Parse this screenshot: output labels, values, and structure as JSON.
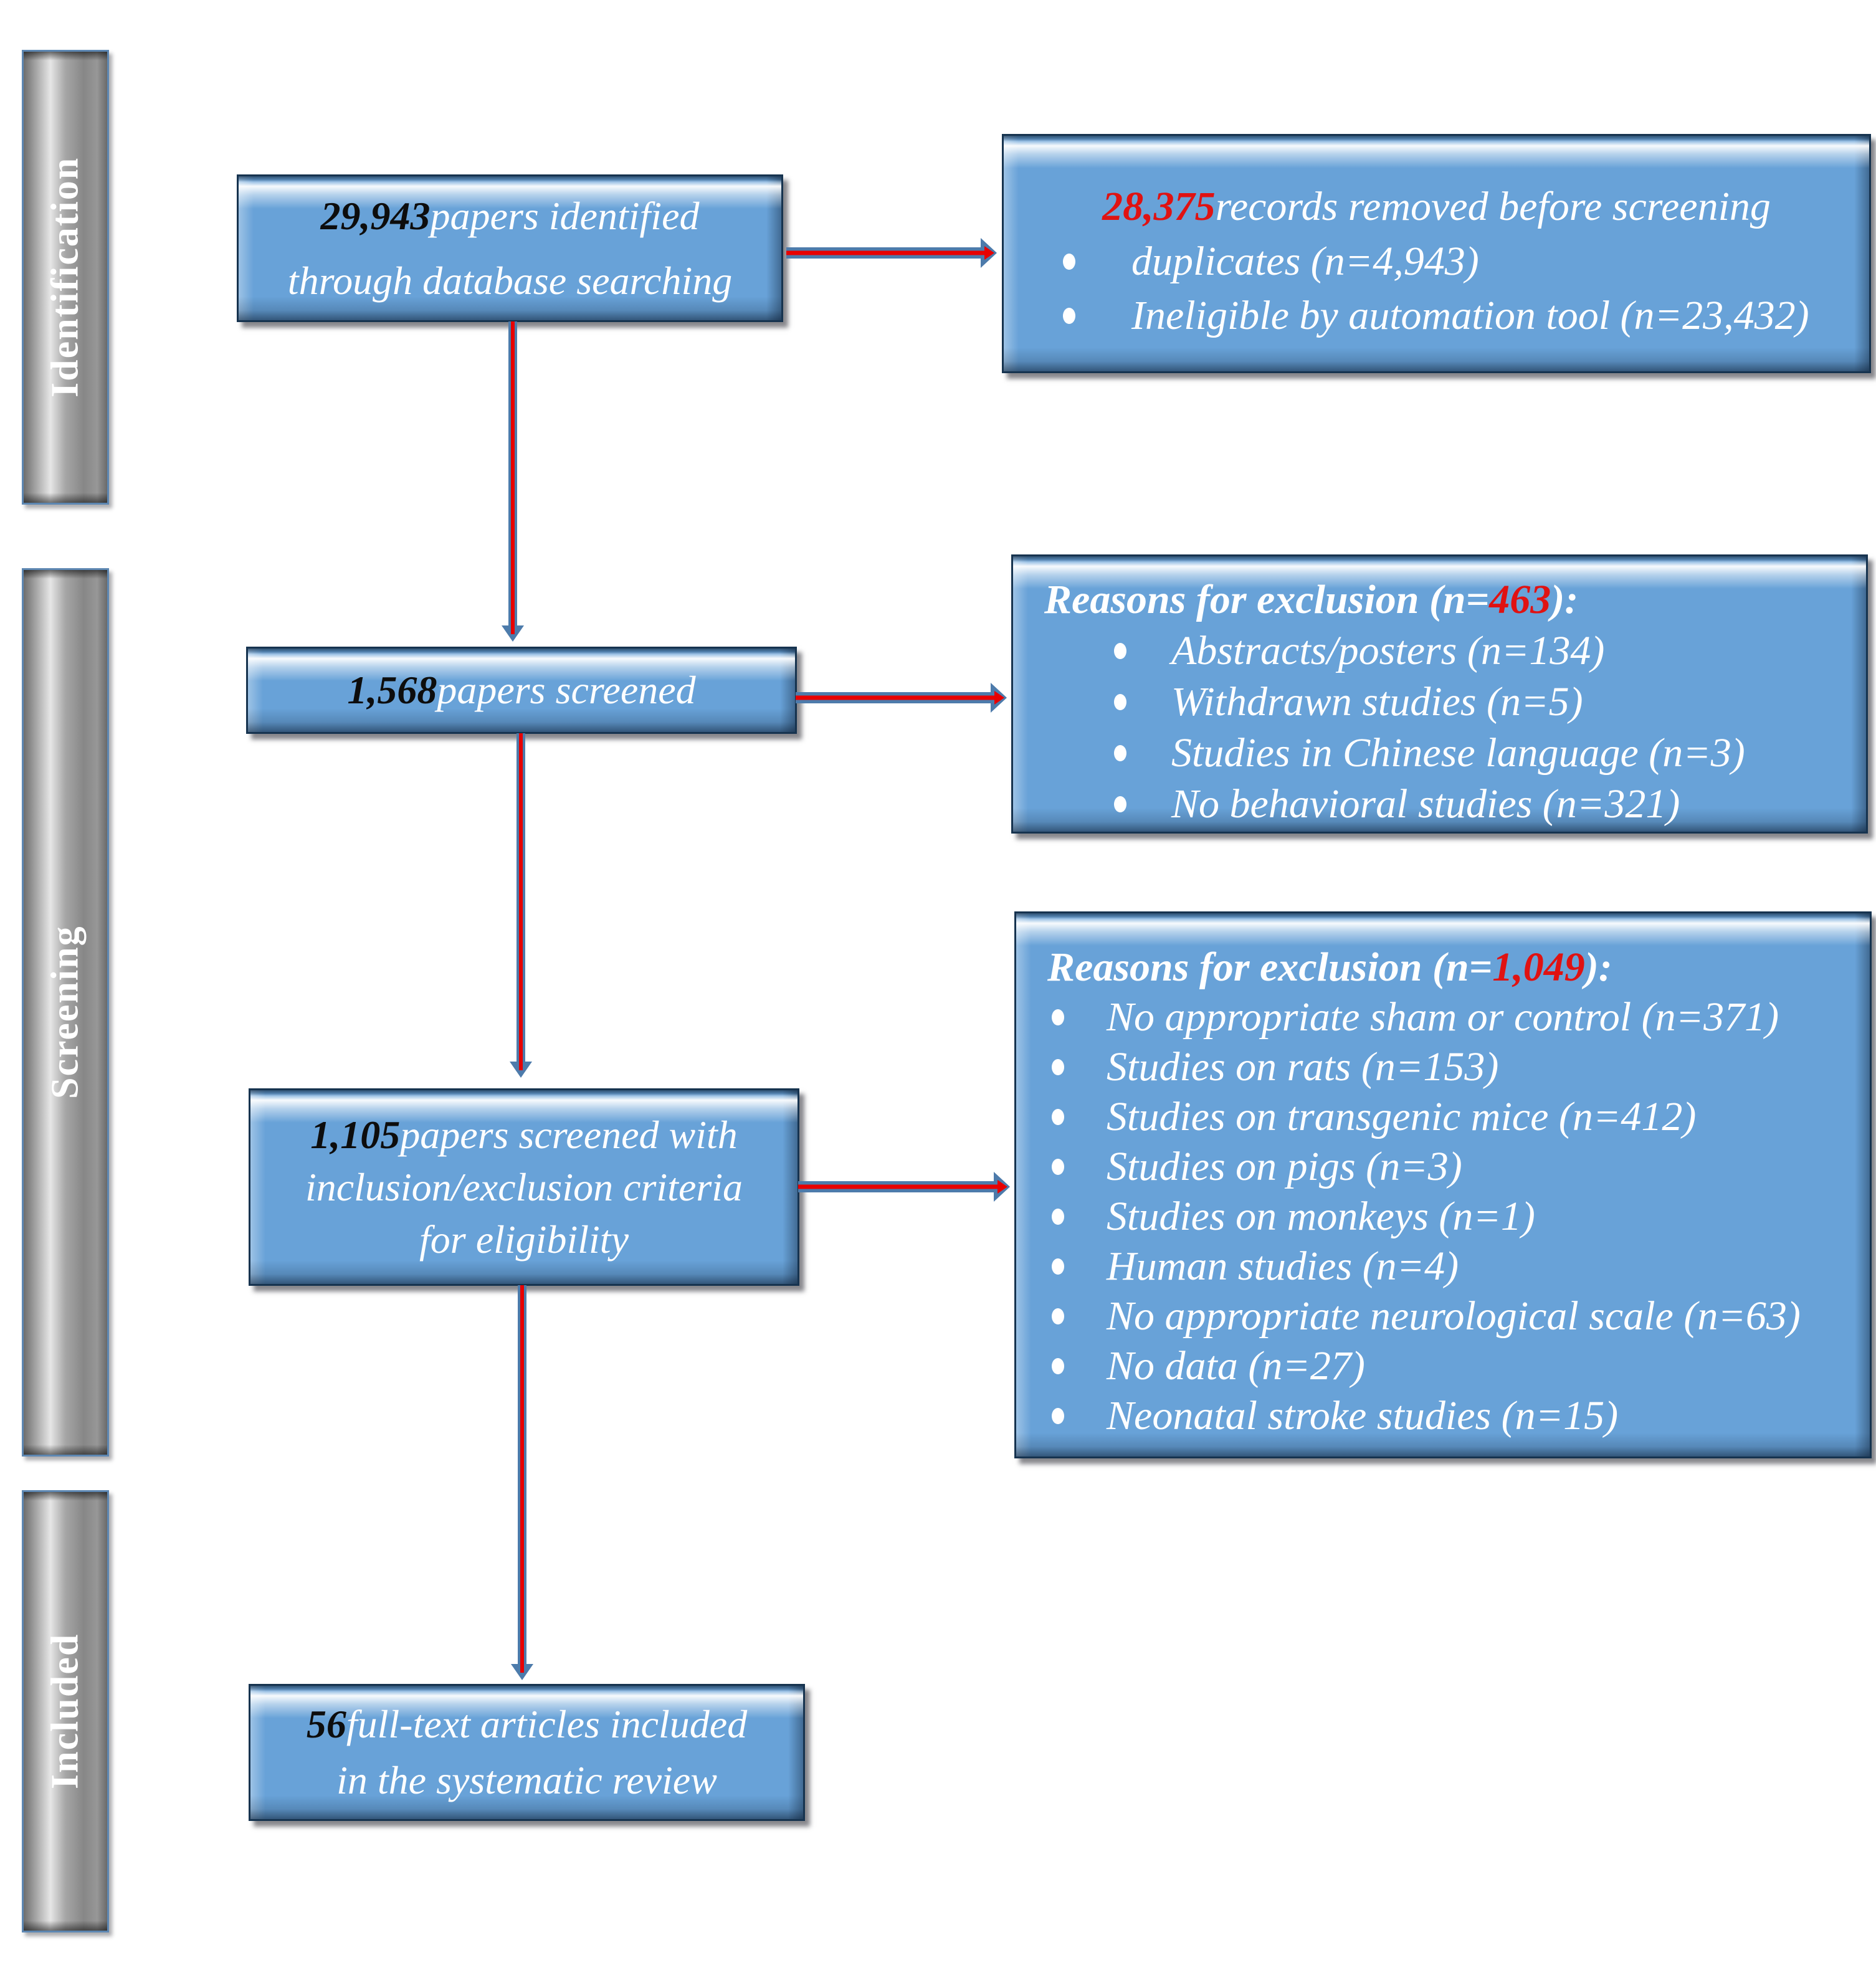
{
  "stages": {
    "identification": "Identification",
    "screening": "Screening",
    "included": "Included"
  },
  "flow_boxes": {
    "identified": {
      "number": "29,943",
      "text_after_number": " papers identified",
      "line2": "through database searching"
    },
    "screened": {
      "number": "1,568",
      "text_after_number": " papers screened"
    },
    "eligibility": {
      "number": "1,105",
      "text_after_number": " papers screened with",
      "line2": "inclusion/exclusion criteria",
      "line3": "for eligibility"
    },
    "included": {
      "number": "56",
      "text_after_number": " full-text articles included",
      "line2": "in the systematic review"
    }
  },
  "exclusion_boxes": {
    "before_screening": {
      "number": "28,375",
      "title_after_number": " records removed before screening",
      "bullets": [
        "duplicates (n=4,943)",
        "Ineligible by automation tool (n=23,432)"
      ]
    },
    "screening": {
      "title_prefix": "Reasons for exclusion (n=",
      "number": "463",
      "title_suffix": "):",
      "bullets": [
        "Abstracts/posters (n=134)",
        "Withdrawn studies (n=5)",
        "Studies in Chinese language (n=3)",
        "No behavioral studies (n=321)"
      ]
    },
    "eligibility": {
      "title_prefix": "Reasons for exclusion (n=",
      "number": "1,049",
      "title_suffix": "):",
      "bullets": [
        "No appropriate sham or control (n=371)",
        "Studies on rats (n=153)",
        "Studies on transgenic mice (n=412)",
        "Studies on pigs (n=3)",
        "Studies on monkeys (n=1)",
        "Human studies (n=4)",
        "No appropriate neurological scale (n=63)",
        "No data (n=27)",
        "Neonatal stroke studies (n=15)"
      ]
    }
  },
  "colors": {
    "box_fill": "#68a2d8",
    "box_border": "#16334f",
    "arrow_blue": "#4d7bab",
    "arrow_red": "#e80000",
    "number_black": "#0d0d0d",
    "number_red": "#e01212",
    "bar_outline": "#5d87b2",
    "text_white": "#ffffff"
  }
}
